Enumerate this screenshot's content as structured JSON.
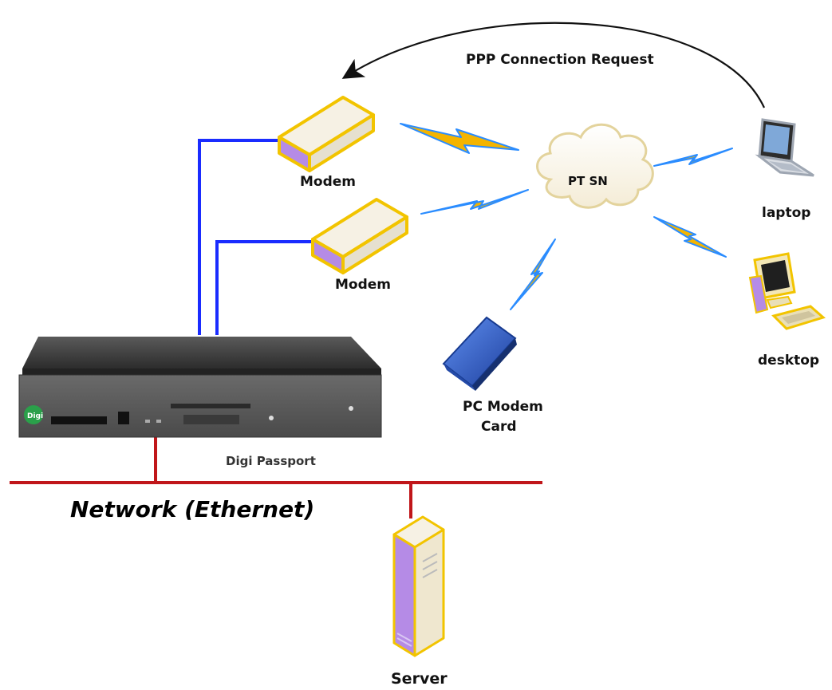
{
  "diagram": {
    "labels": {
      "ppp_request": "PPP Connection Request",
      "modem_1": "Modem",
      "modem_2": "Modem",
      "pstn": "PT SN",
      "laptop": "laptop",
      "desktop": "desktop",
      "pc_modem_card_line1": "PC Modem",
      "pc_modem_card_line2": "Card",
      "digi_passport": "Digi Passport",
      "device_logo": "Digi",
      "network": "Network (Ethernet)",
      "server": "Server"
    },
    "colors": {
      "serial_cable": "#1a2cff",
      "ethernet": "#c0161a",
      "device_outline": "#f2c400",
      "device_accent": "#b58be6",
      "lightning": "#f4b400",
      "lightning_edge": "#2a8cff",
      "device_body": "#3d3d3d",
      "pc_card": "#2f5fd0"
    },
    "icons": [
      "modem-icon",
      "cloud-icon",
      "laptop-icon",
      "desktop-icon",
      "pc-card-icon",
      "server-icon",
      "passport-device-icon",
      "lightning-icon",
      "arrow-icon"
    ]
  }
}
